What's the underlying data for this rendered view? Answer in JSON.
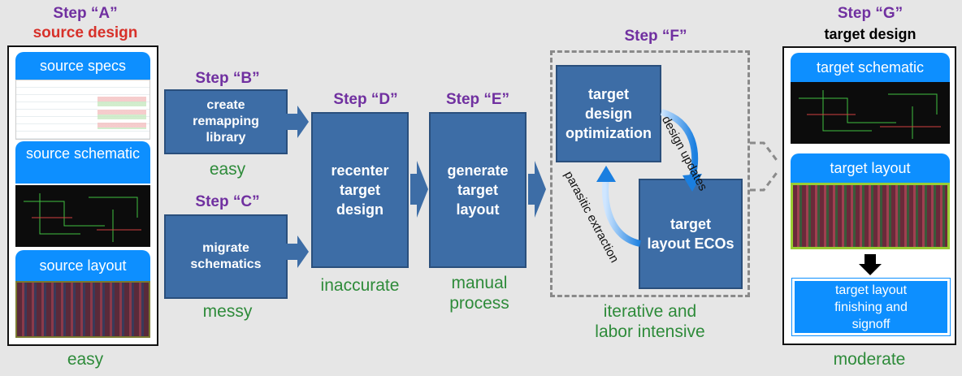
{
  "steps": {
    "a": {
      "label": "Step “A”",
      "subtitle": "source design",
      "note": "easy",
      "panels": [
        "source specs",
        "source schematic",
        "source layout"
      ]
    },
    "b": {
      "label": "Step “B”",
      "box": "create remapping library",
      "note": "easy"
    },
    "c": {
      "label": "Step “C”",
      "box": "migrate schematics",
      "note": "messy"
    },
    "d": {
      "label": "Step “D”",
      "box": "recenter target design",
      "note": "inaccurate"
    },
    "e": {
      "label": "Step “E”",
      "box": "generate target layout",
      "note": "manual process"
    },
    "f": {
      "label": "Step “F”",
      "box_top": "target design optimization",
      "box_bottom": "target layout ECOs",
      "arrow_top_label": "design updates",
      "arrow_bottom_label": "parasitic extraction",
      "note": "iterative and labor intensive"
    },
    "g": {
      "label": "Step “G”",
      "subtitle": "target design",
      "note": "moderate",
      "panels": [
        "target schematic",
        "target layout"
      ],
      "final_box": "target layout finishing and signoff"
    }
  },
  "colors": {
    "step_label": "#7030a0",
    "note": "#2e8b3a",
    "process_box": "#3d6da6",
    "panel_header": "#0d8fff",
    "source_subtitle": "#d7312a"
  }
}
